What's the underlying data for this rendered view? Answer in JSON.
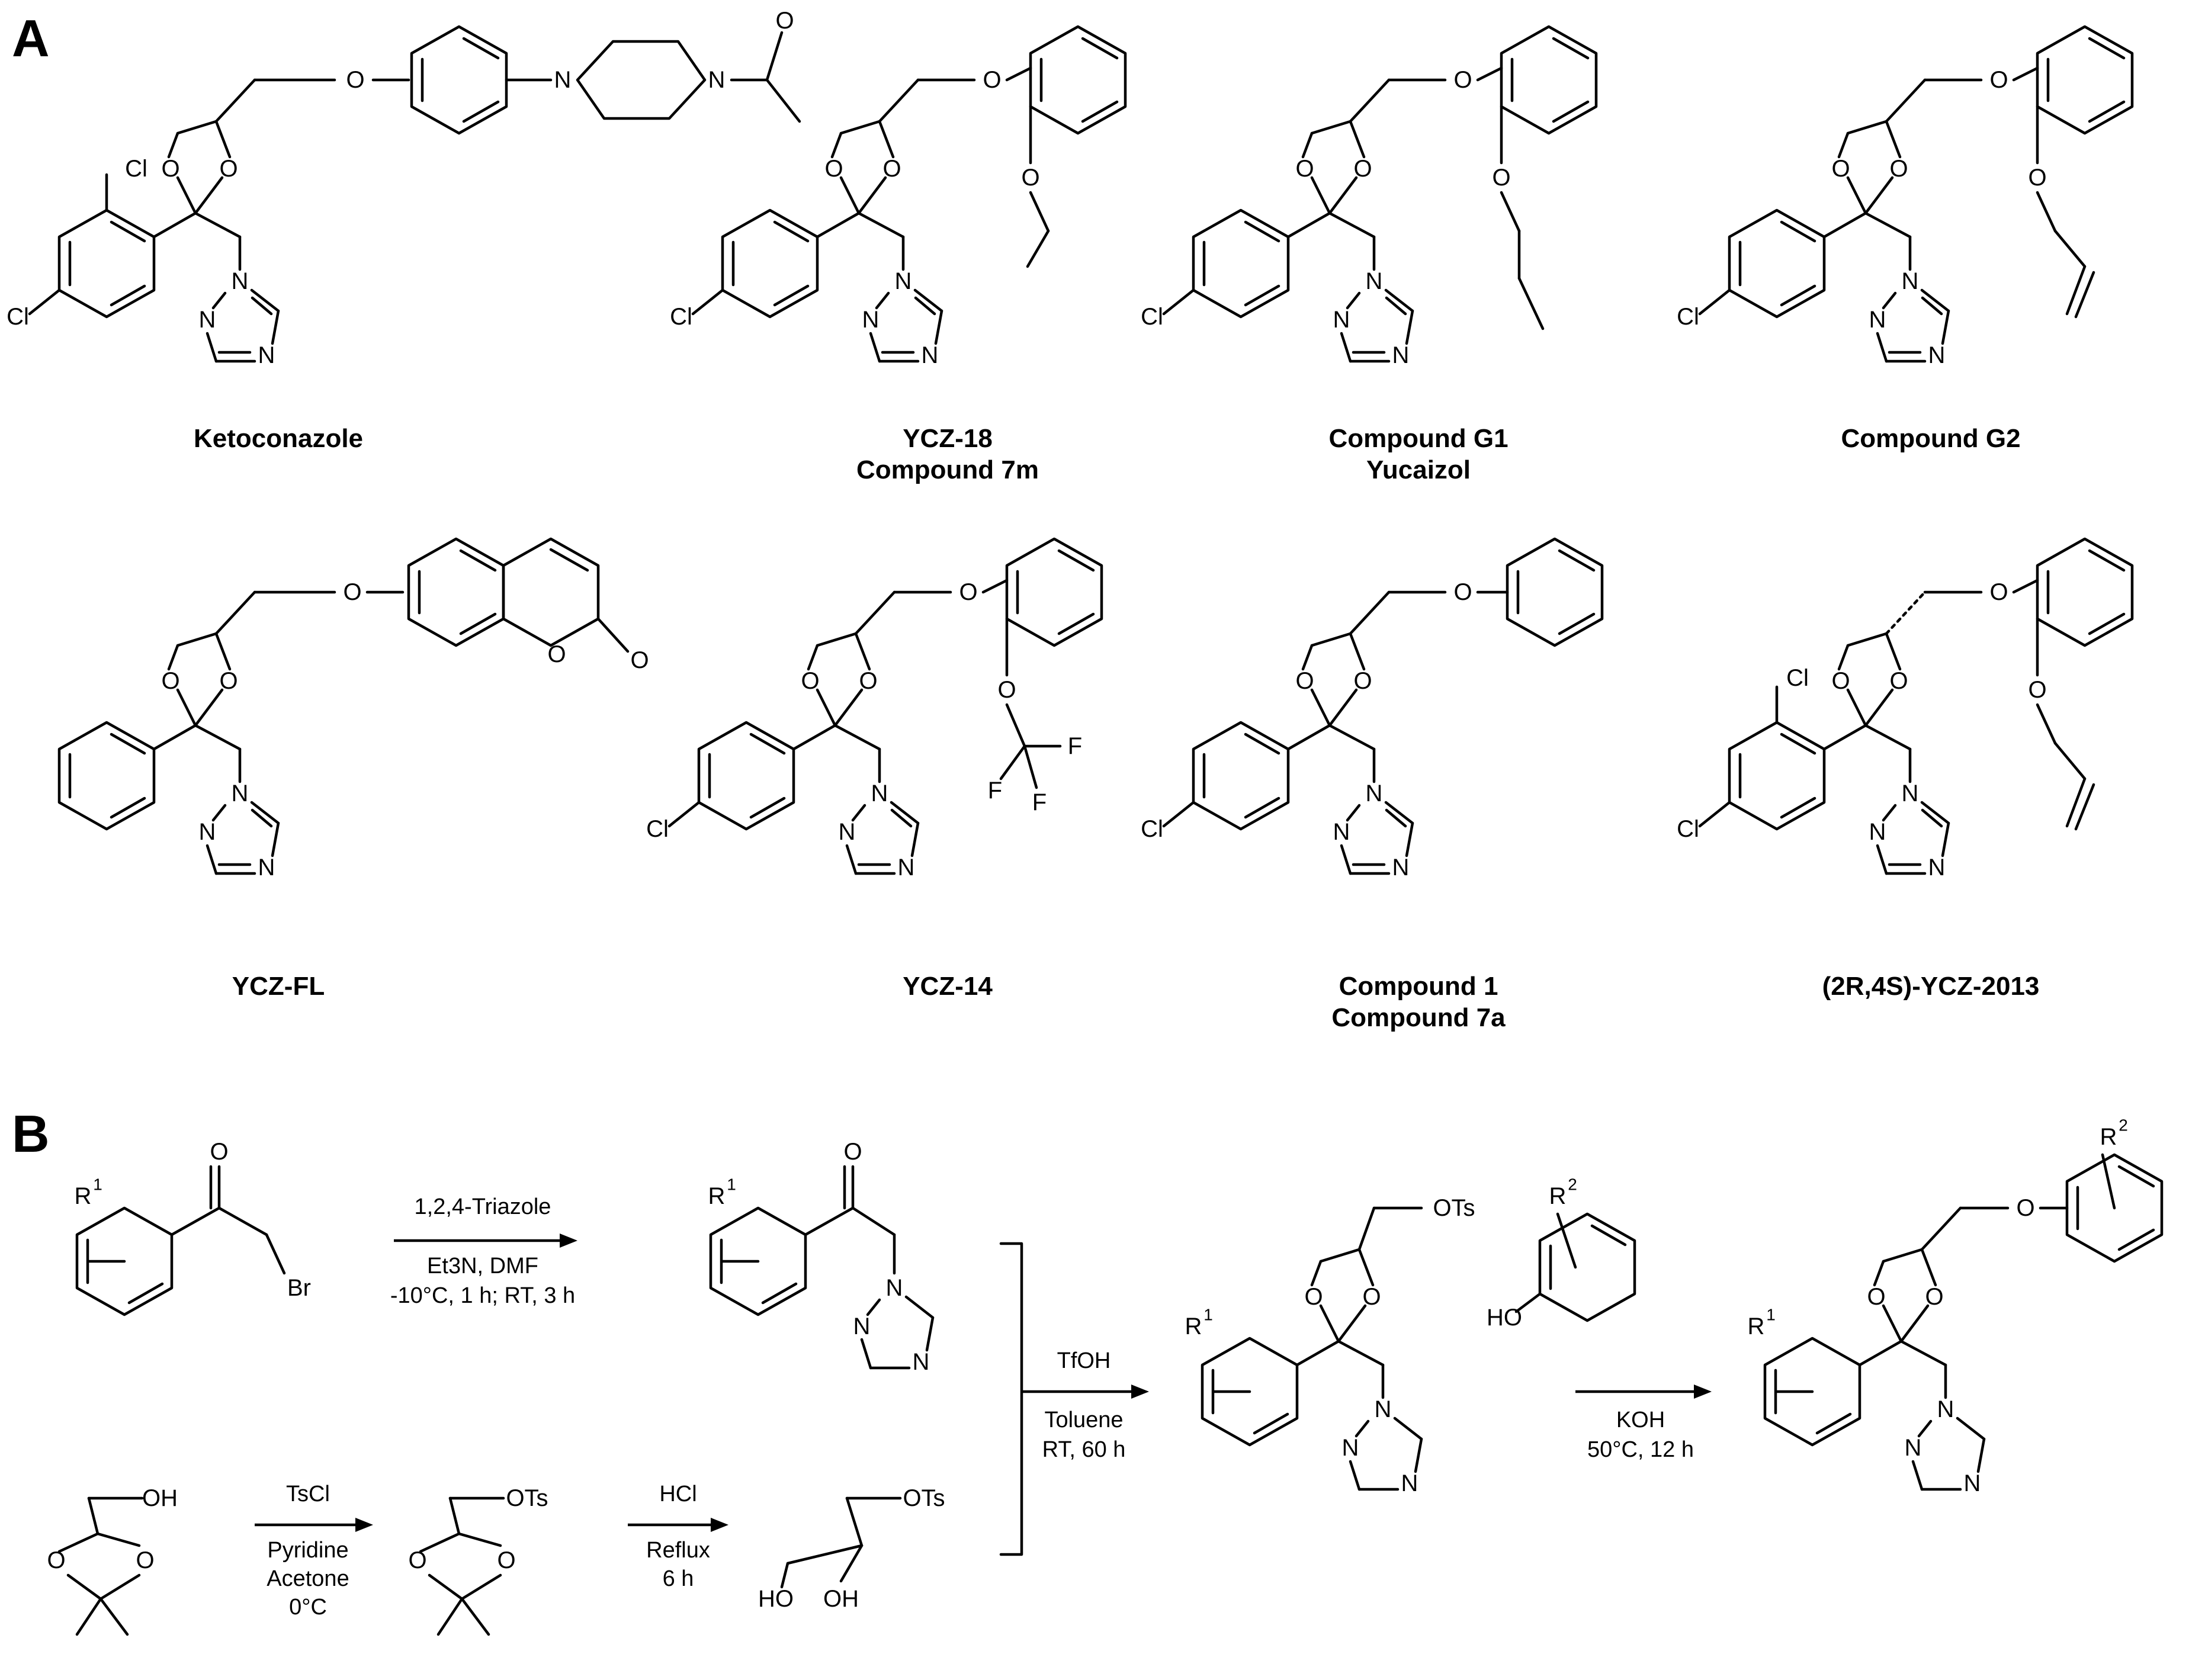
{
  "panels": {
    "a": "A",
    "b": "B"
  },
  "compounds_row1": [
    {
      "line1": "Ketoconazole",
      "line2": ""
    },
    {
      "line1": "YCZ-18",
      "line2": "Compound 7m"
    },
    {
      "line1": "Compound G1",
      "line2": "Yucaizol"
    },
    {
      "line1": "Compound G2",
      "line2": ""
    }
  ],
  "compounds_row2": [
    {
      "line1": "YCZ-FL",
      "line2": ""
    },
    {
      "line1": "YCZ-14",
      "line2": ""
    },
    {
      "line1": "Compound 1",
      "line2": "Compound 7a"
    },
    {
      "line1": "(2R,4S)-YCZ-2013",
      "line2": ""
    }
  ],
  "atoms": {
    "O": "O",
    "N": "N",
    "Cl": "Cl",
    "F": "F",
    "Br": "Br",
    "OH": "OH",
    "HO": "HO",
    "OTs": "OTs",
    "R1": "R",
    "R2": "R",
    "sup1": "1",
    "sup2": "2"
  },
  "scheme": {
    "step1": {
      "reagent": "1,2,4-Triazole",
      "cond1": "Et3N, DMF",
      "cond2": "-10°C, 1 h; RT, 3 h"
    },
    "step2": {
      "reagent": "TsCl",
      "cond1": "Pyridine",
      "cond2": "Acetone",
      "cond3": "0°C"
    },
    "step3": {
      "reagent": "HCl",
      "cond1": "Reflux",
      "cond2": "6 h"
    },
    "step4": {
      "reagent": "TfOH",
      "cond1": "Toluene",
      "cond2": "RT, 60 h"
    },
    "step5": {
      "reagent": "KOH",
      "cond1": "50°C, 12 h"
    }
  }
}
